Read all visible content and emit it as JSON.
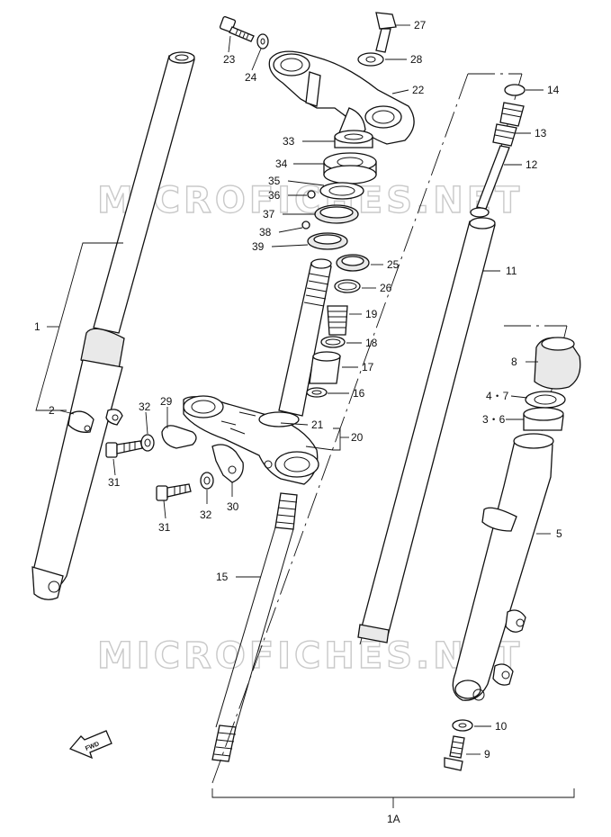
{
  "watermark": "MICROFICHES.NET",
  "fwd_label": "FWD",
  "callouts": {
    "c1": "1",
    "c1a": "1A",
    "c2": "2",
    "c3_6": "3・6",
    "c4_7": "4・7",
    "c5": "5",
    "c8": "8",
    "c9": "9",
    "c10": "10",
    "c11": "11",
    "c12": "12",
    "c13": "13",
    "c14": "14",
    "c15": "15",
    "c16": "16",
    "c17": "17",
    "c18": "18",
    "c19": "19",
    "c20": "20",
    "c21": "21",
    "c22": "22",
    "c23": "23",
    "c24": "24",
    "c25": "25",
    "c26": "26",
    "c27": "27",
    "c28": "28",
    "c29": "29",
    "c30": "30",
    "c31a": "31",
    "c31b": "31",
    "c32a": "32",
    "c32b": "32",
    "c33": "33",
    "c34": "34",
    "c35": "35",
    "c36": "36",
    "c37": "37",
    "c38": "38",
    "c39": "39"
  }
}
